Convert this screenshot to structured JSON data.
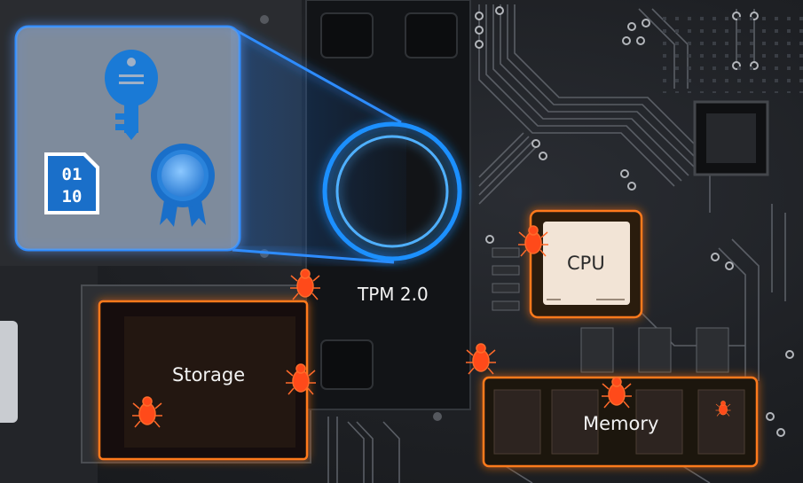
{
  "labels": {
    "tpm": "TPM 2.0",
    "storage": "Storage",
    "cpu": "CPU",
    "memory": "Memory"
  },
  "icons": [
    "key-icon",
    "binary-file-icon",
    "certificate-badge-icon",
    "bug-icon"
  ],
  "binary_text": {
    "line1": "01",
    "line2": "10"
  },
  "colors": {
    "secure_glow": "#1e90ff",
    "threat_glow": "#ff7a1a",
    "board": "#1e2024"
  }
}
